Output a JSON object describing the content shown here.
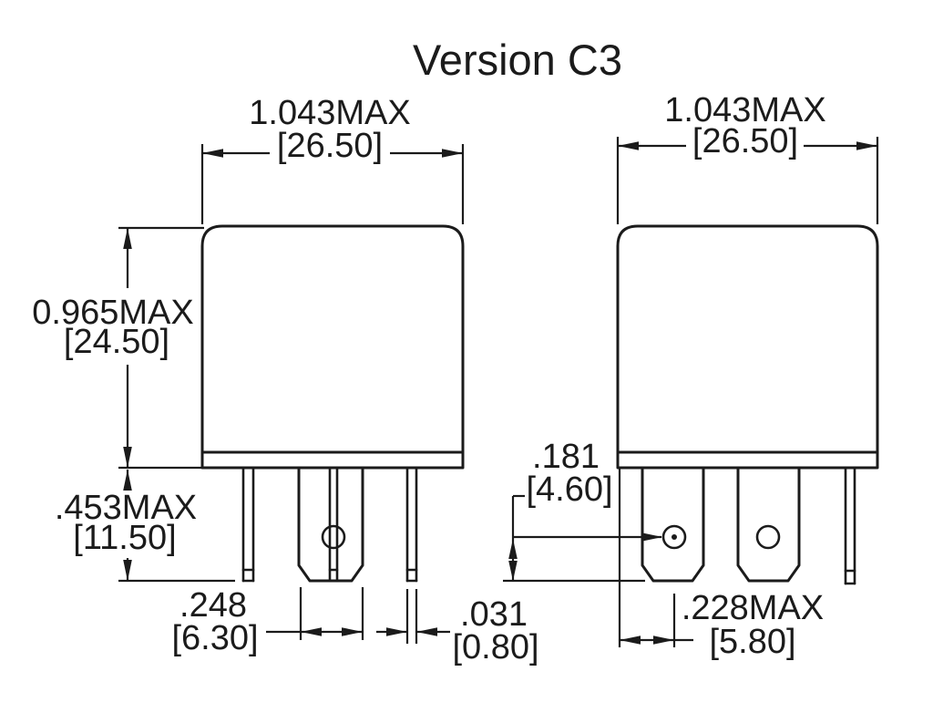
{
  "title": "Version C3",
  "colors": {
    "line": "#1b1b1b",
    "background": "#ffffff"
  },
  "dimensions": {
    "left_body_width": {
      "value": "1.043MAX",
      "metric": "[26.50]"
    },
    "right_body_width": {
      "value": "1.043MAX",
      "metric": "[26.50]"
    },
    "body_height": {
      "value": "0.965MAX",
      "metric": "[24.50]"
    },
    "terminal_length": {
      "value": ".453MAX",
      "metric": "[11.50]"
    },
    "blade_width": {
      "value": ".248",
      "metric": "[6.30]"
    },
    "pin_thickness": {
      "value": ".031",
      "metric": "[0.80]"
    },
    "hole_to_tip": {
      "value": ".181",
      "metric": "[4.60]"
    },
    "hole_offset": {
      "value": ".228MAX",
      "metric": "[5.80]"
    }
  }
}
